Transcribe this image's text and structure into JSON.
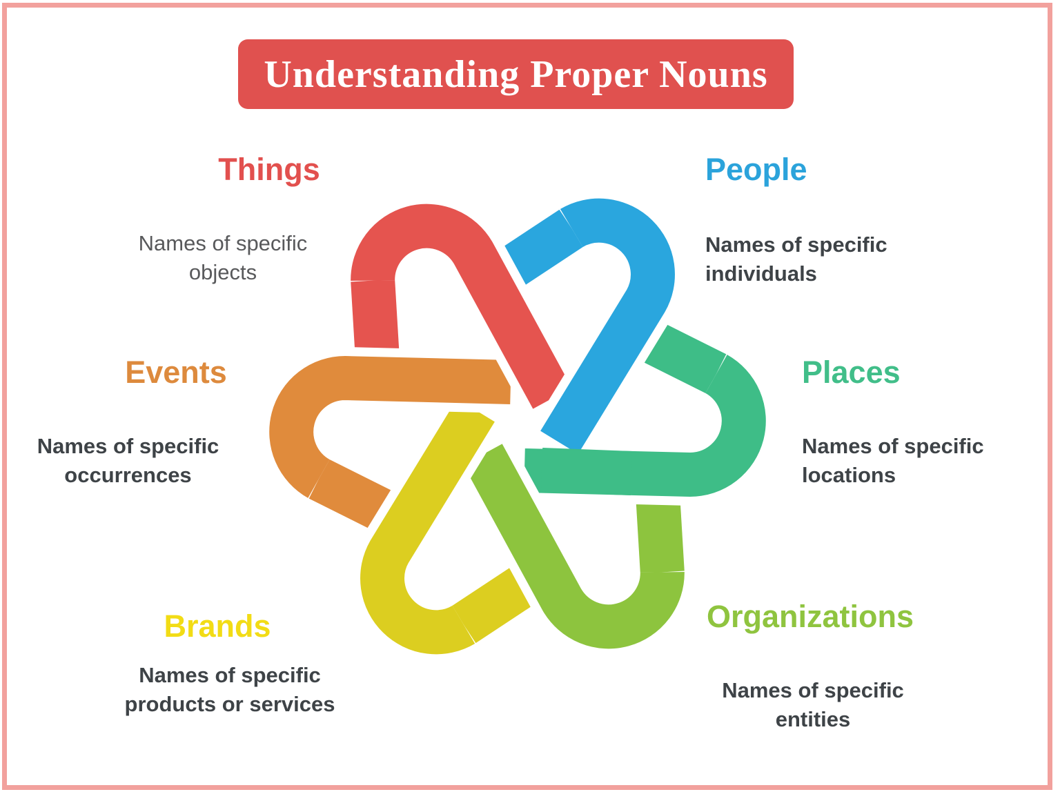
{
  "page": {
    "background_color": "#FFFFFF",
    "frame_color": "#F2A19D"
  },
  "header": {
    "title": "Understanding Proper Nouns",
    "bar_color": "#E0514F",
    "text_color": "#FFFFFF"
  },
  "categories": [
    {
      "id": "things",
      "label": "Things",
      "label_color": "#E2504E",
      "description": "Names of specific objects"
    },
    {
      "id": "people",
      "label": "People",
      "label_color": "#2BA3DB",
      "description": "Names of specific individuals"
    },
    {
      "id": "events",
      "label": "Events",
      "label_color": "#DD8A3D",
      "description": "Names of specific occurrences"
    },
    {
      "id": "places",
      "label": "Places",
      "label_color": "#41BE89",
      "description": "Names of specific locations"
    },
    {
      "id": "brands",
      "label": "Brands",
      "label_color": "#F2DC15",
      "description": "Names of specific products or services"
    },
    {
      "id": "organizations",
      "label": "Organizations",
      "label_color": "#8FC43F",
      "description": "Names of specific entities"
    }
  ],
  "knot": {
    "icon_name": "interlocking-loops-knot-icon",
    "outline_color": "#FFFFFF",
    "loops": [
      "teal",
      "lightgreen",
      "yellow",
      "orange",
      "red",
      "blue"
    ],
    "colors": {
      "teal": "#3EBD87",
      "lightgreen": "#8DC43E",
      "yellow": "#DCCE20",
      "orange": "#E08B3C",
      "red": "#E5544F",
      "blue": "#2AA6DE"
    }
  }
}
